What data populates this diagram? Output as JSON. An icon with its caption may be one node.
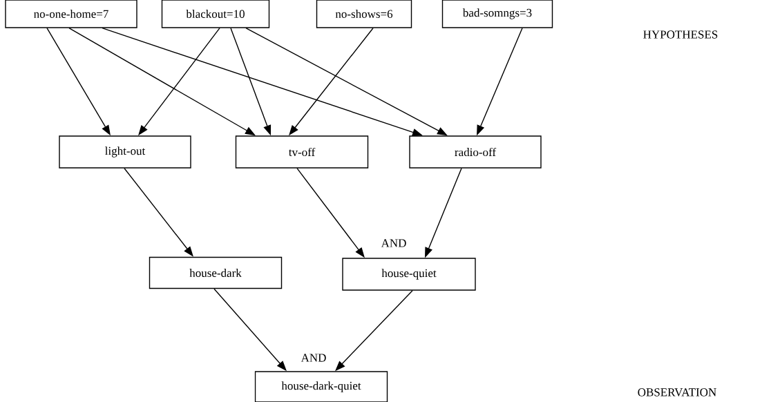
{
  "diagram": {
    "nodes": [
      {
        "text": [
          "no-one-home=7"
        ]
      },
      {
        "text": [
          "blackout=10"
        ]
      },
      {
        "text": [
          "no-shows=6"
        ]
      },
      {
        "text": [
          "bad-somngs=3"
        ]
      },
      {
        "text": [
          "light-out"
        ]
      },
      {
        "text": [
          "tv-off"
        ]
      },
      {
        "text": [
          "radio-off"
        ]
      },
      {
        "text": [
          "house-dark"
        ]
      },
      {
        "text": [
          "house-quiet"
        ]
      },
      {
        "text": [
          "house-dark-quiet"
        ]
      }
    ],
    "edges": [
      {
        "from": 0,
        "to": 4,
        "arrow": "to"
      },
      {
        "from": 0,
        "to": 5,
        "arrow": "to"
      },
      {
        "from": 0,
        "to": 6,
        "arrow": "to"
      },
      {
        "from": 1,
        "to": 4,
        "arrow": "to"
      },
      {
        "from": 1,
        "to": 5,
        "arrow": "to"
      },
      {
        "from": 1,
        "to": 6,
        "arrow": "to"
      },
      {
        "from": 2,
        "to": 5,
        "arrow": "to"
      },
      {
        "from": 3,
        "to": 6,
        "arrow": "to"
      },
      {
        "from": 4,
        "to": 7,
        "arrow": "to"
      },
      {
        "from": 5,
        "to": 8,
        "arrow": "to"
      },
      {
        "from": 6,
        "to": 8,
        "arrow": "to"
      },
      {
        "from": 7,
        "to": 9,
        "arrow": "to"
      },
      {
        "from": 8,
        "to": 9,
        "arrow": "to"
      }
    ],
    "labels": [
      "HYPOTHESES",
      "AND",
      "AND",
      "OBSERVATION"
    ]
  }
}
